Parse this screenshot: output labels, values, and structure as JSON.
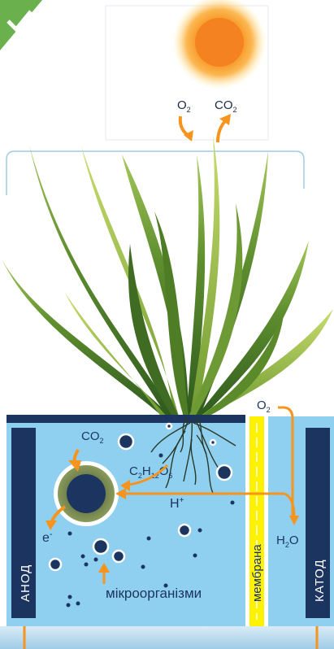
{
  "sky": {
    "o2_label": "O",
    "o2_sub": "2",
    "co2_label": "CO",
    "co2_sub": "2"
  },
  "cell": {
    "co2_label": "CO",
    "co2_sub": "2",
    "glucose": {
      "c": "C",
      "c_sub": "2",
      "h": "H",
      "h_sub": "12",
      "o": "O",
      "o_sub": "6"
    },
    "proton": "H",
    "proton_sup": "+",
    "electron": "e",
    "electron_sup": "-",
    "microbes": "мікроорганізми",
    "water": "H",
    "water_sub": "2",
    "water_o": "O",
    "o2_label": "O",
    "o2_sub": "2",
    "membrane": "мембрана",
    "anode": "АНОД",
    "cathode": "КАТОД"
  },
  "colors": {
    "orange": "#f7941d",
    "water": "#8fd0f0",
    "electrode": "#1c3560",
    "membrane": "#fff200",
    "leaf_dark": "#3f6b2a",
    "leaf_light": "#8bb744",
    "sun": "#f7931e"
  }
}
